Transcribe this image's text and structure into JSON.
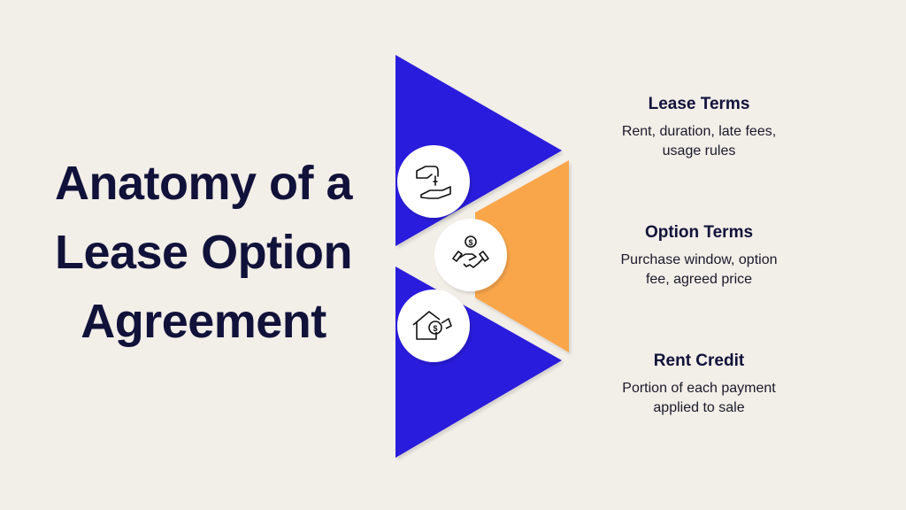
{
  "title": {
    "line1": "Anatomy of a",
    "line2": "Lease Option",
    "line3": "Agreement"
  },
  "colors": {
    "blue": "#2a1fdc",
    "orange": "#f9a64c",
    "background": "#f2eee8",
    "text": "#11123a"
  },
  "items": [
    {
      "heading": "Lease Terms",
      "line1": "Rent, duration, late fees,",
      "line2": "usage rules",
      "icon": "hand-giving-key-icon"
    },
    {
      "heading": "Option Terms",
      "line1": "Purchase window, option",
      "line2": "fee, agreed price",
      "icon": "handshake-dollar-icon"
    },
    {
      "heading": "Rent Credit",
      "line1": "Portion of each payment",
      "line2": "applied to sale",
      "icon": "house-dollar-hand-icon"
    }
  ]
}
